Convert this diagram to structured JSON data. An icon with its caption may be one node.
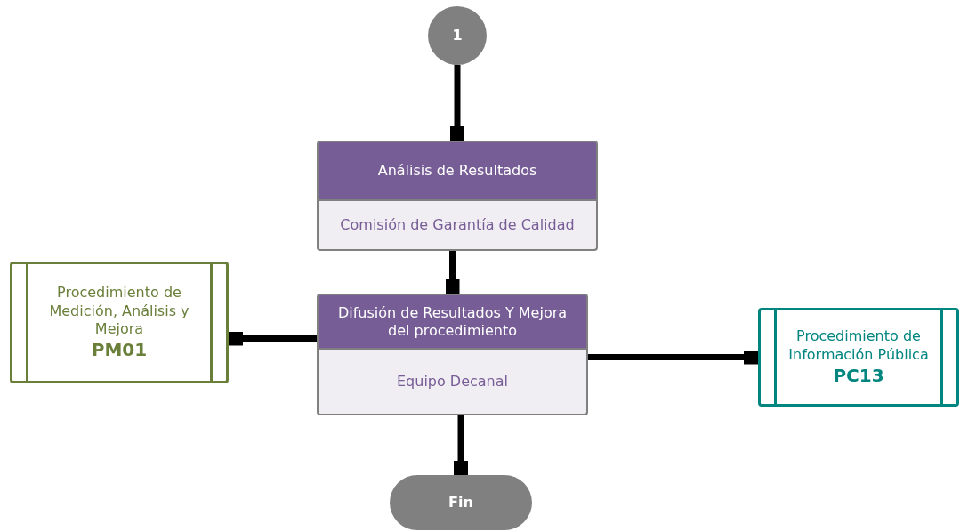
{
  "diagram": {
    "nodes": [
      {
        "text": [
          "1"
        ]
      },
      {
        "text": [
          "Análisis de Resultados",
          "Comisión de Garantía de Calidad"
        ]
      },
      {
        "text": [
          "Difusión de Resultados Y Mejora del procedimiento",
          "Equipo Decanal"
        ]
      },
      {
        "text": [
          "Fin"
        ]
      },
      {
        "text": [
          "Procedimiento de Medición, Análisis y Mejora",
          "PM01"
        ]
      },
      {
        "text": [
          "Procedimiento de Información Pública",
          "PC13"
        ]
      }
    ],
    "edges": [
      {
        "from": 0,
        "to": 1,
        "arrow": "other"
      },
      {
        "from": 1,
        "to": 2,
        "arrow": "other"
      },
      {
        "from": 2,
        "to": 3,
        "arrow": "other"
      },
      {
        "from": 2,
        "to": 4,
        "arrow": "other"
      },
      {
        "from": 2,
        "to": 5,
        "arrow": "other"
      }
    ]
  }
}
